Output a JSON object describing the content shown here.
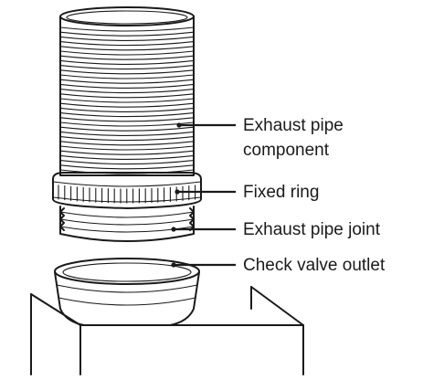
{
  "callouts": {
    "exhaust_pipe_component_line1": "Exhaust pipe",
    "exhaust_pipe_component_line2": "component",
    "fixed_ring": "Fixed ring",
    "exhaust_pipe_joint": "Exhaust pipe joint",
    "check_valve_outlet": "Check valve outlet"
  },
  "colors": {
    "ink": "#1a1a1a",
    "background": "#ffffff"
  }
}
